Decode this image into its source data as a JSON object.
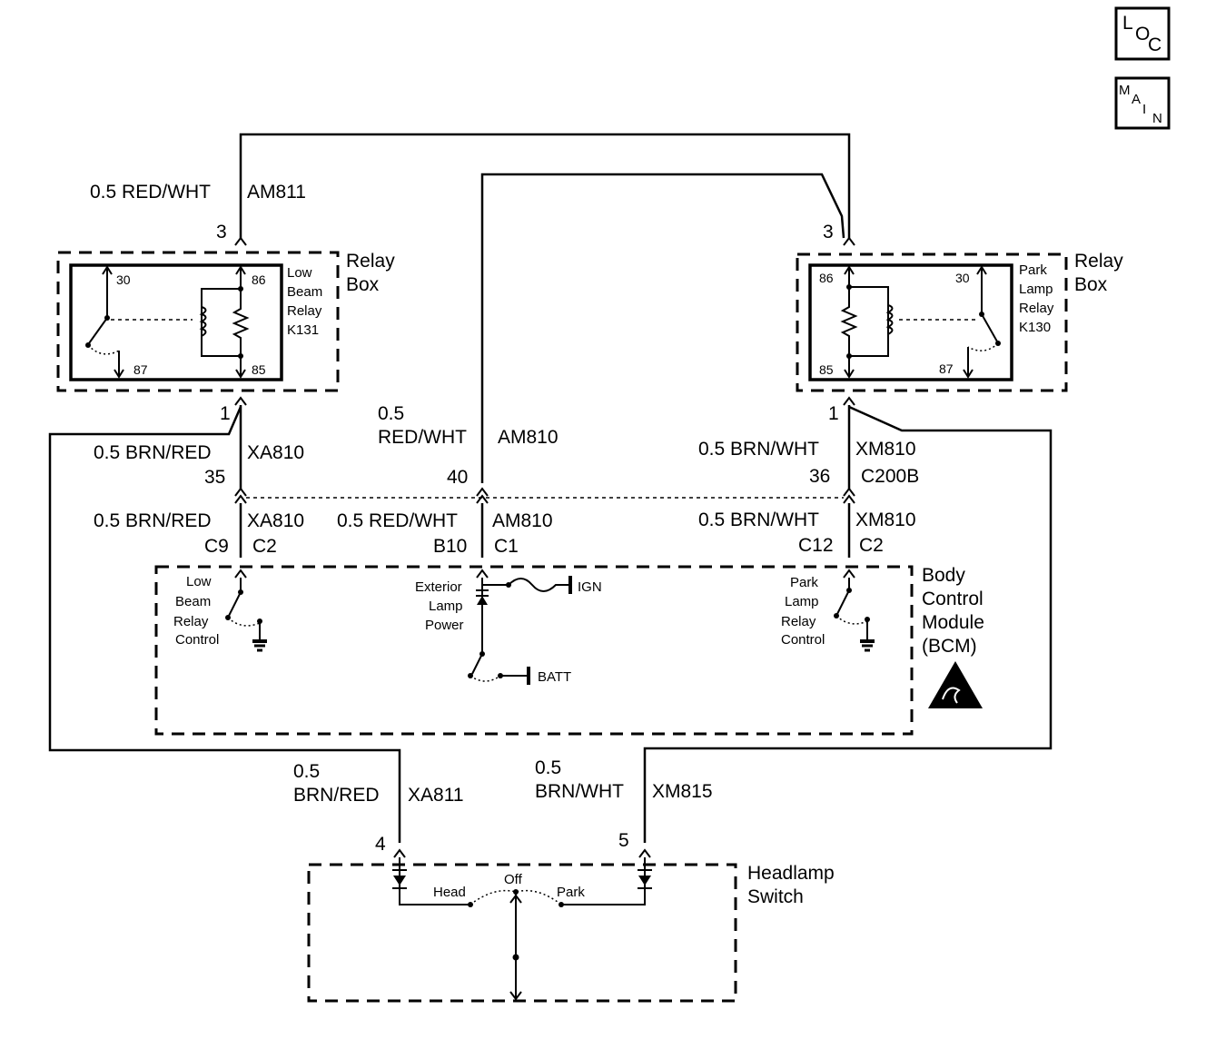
{
  "nav": {
    "loc": [
      "L",
      "O",
      "C"
    ],
    "main": [
      "M",
      "A",
      "I",
      "N"
    ]
  },
  "wires": {
    "am811": {
      "gauge_color": "0.5 RED/WHT",
      "circuit": "AM811",
      "pin_low": "3",
      "pin_park": "3"
    },
    "am810_top": {
      "gauge": "0.5",
      "color": "RED/WHT",
      "circuit": "AM810",
      "pin": "40"
    },
    "xa810_top": {
      "gauge_color": "0.5 BRN/RED",
      "circuit": "XA810",
      "pin": "35",
      "relay_pin": "1"
    },
    "xm810_top": {
      "gauge_color": "0.5 BRN/WHT",
      "circuit": "XM810",
      "pin": "36",
      "connector": "C200B",
      "relay_pin": "1"
    },
    "xa810_bot": {
      "gauge_color": "0.5 BRN/RED",
      "circuit": "XA810",
      "pin": "C9",
      "connector": "C2"
    },
    "am810_bot": {
      "gauge_color": "0.5 RED/WHT",
      "circuit": "AM810",
      "pin": "B10",
      "connector": "C1"
    },
    "xm810_bot": {
      "gauge_color": "0.5 BRN/WHT",
      "circuit": "XM810",
      "pin": "C12",
      "connector": "C2"
    },
    "xa811": {
      "gauge": "0.5",
      "color": "BRN/RED",
      "circuit": "XA811",
      "pin": "4"
    },
    "xm815": {
      "gauge": "0.5",
      "color": "BRN/WHT",
      "circuit": "XM815",
      "pin": "5"
    }
  },
  "relay_box_left": {
    "title_line1": "Relay",
    "title_line2": "Box",
    "relay_line1": "Low",
    "relay_line2": "Beam",
    "relay_line3": "Relay",
    "relay_line4": "K131",
    "pins": {
      "p30": "30",
      "p86": "86",
      "p87": "87",
      "p85": "85"
    }
  },
  "relay_box_right": {
    "title_line1": "Relay",
    "title_line2": "Box",
    "relay_line1": "Park",
    "relay_line2": "Lamp",
    "relay_line3": "Relay",
    "relay_line4": "K130",
    "pins": {
      "p86": "86",
      "p30": "30",
      "p85": "85",
      "p87": "87"
    }
  },
  "bcm": {
    "title_line1": "Body",
    "title_line2": "Control",
    "title_line3": "Module",
    "title_line4": "(BCM)",
    "low_beam": [
      "Low",
      "Beam",
      "Relay",
      "Control"
    ],
    "ext_lamp": [
      "Exterior",
      "Lamp",
      "Power"
    ],
    "park_lamp": [
      "Park",
      "Lamp",
      "Relay",
      "Control"
    ],
    "ign": "IGN",
    "batt": "BATT"
  },
  "headlamp_switch": {
    "title_line1": "Headlamp",
    "title_line2": "Switch",
    "head": "Head",
    "off": "Off",
    "park": "Park"
  }
}
